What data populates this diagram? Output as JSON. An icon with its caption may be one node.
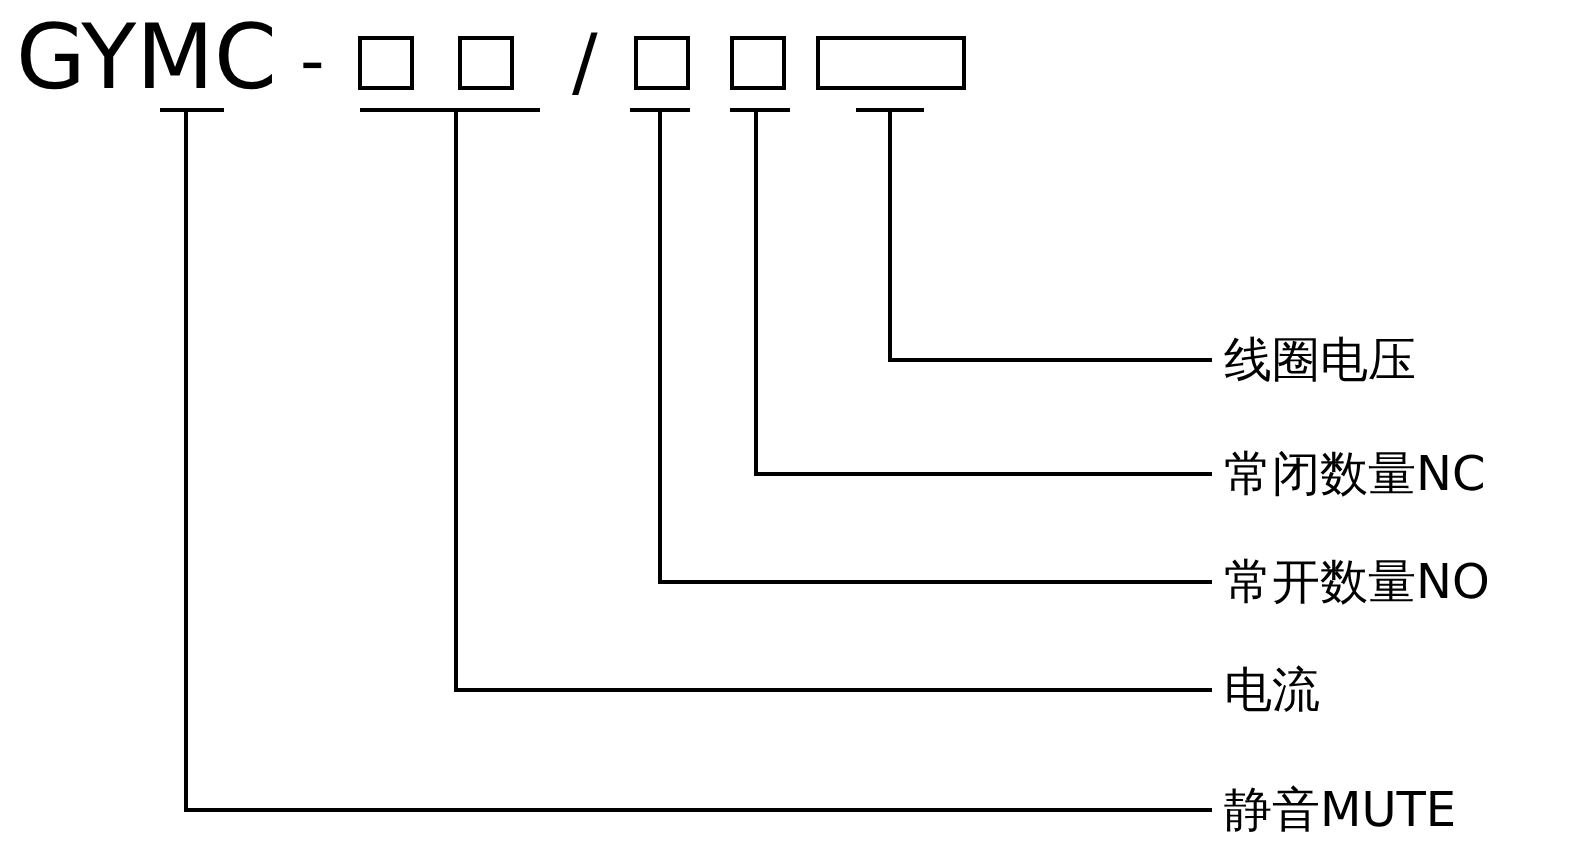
{
  "diagram": {
    "nodes": [
      {
        "text": [
          "GYMC"
        ]
      },
      {
        "text": [],
        "shape": "box"
      },
      {
        "text": [],
        "shape": "box"
      },
      {
        "text": [],
        "shape": "box"
      },
      {
        "text": [],
        "shape": "box"
      },
      {
        "text": [],
        "shape": "box"
      },
      {
        "text": [
          "线圈电压"
        ]
      },
      {
        "text": [
          "常闭数量NC"
        ]
      },
      {
        "text": [
          "常开数量NO"
        ]
      },
      {
        "text": [
          "电流"
        ]
      },
      {
        "text": [
          "静音MUTE"
        ]
      }
    ],
    "edges": [
      {
        "from": 0,
        "to": 10,
        "arrow": "none"
      },
      {
        "from": 1,
        "to": 9,
        "arrow": "none"
      },
      {
        "from": 2,
        "to": 9,
        "arrow": "none"
      },
      {
        "from": 3,
        "to": 8,
        "arrow": "none"
      },
      {
        "from": 4,
        "to": 7,
        "arrow": "none"
      },
      {
        "from": 5,
        "to": 6,
        "arrow": "none"
      }
    ],
    "labels": [
      "-",
      "/"
    ]
  }
}
